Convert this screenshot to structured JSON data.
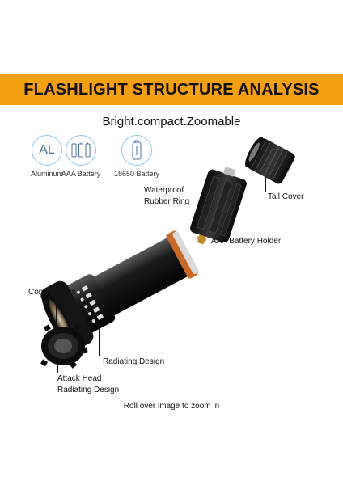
{
  "header": {
    "title": "FLASHLIGHT STRUCTURE ANALYSIS"
  },
  "subtitle": "Bright.compact.Zoomable",
  "badges": [
    {
      "icon": "aluminum-icon",
      "text": "AL",
      "caption": "Aluminum"
    },
    {
      "icon": "aaa-battery-icon",
      "caption": "AAA Battery"
    },
    {
      "icon": "18650-battery-icon",
      "caption": "18650 Battery"
    }
  ],
  "labels": {
    "waterproof": [
      "Waterproof",
      "Rubber Ring"
    ],
    "tail_cover": "Tail Cover",
    "battery_holder": "AAA Battery Holder",
    "convex_lens": "Convex Lens",
    "radiating": "Radiating Design",
    "attack_head": [
      "Attack Head",
      "Radiating Design"
    ]
  },
  "footer": {
    "caption": "Roll over image to zoom in"
  },
  "colors": {
    "accent": "#f5a012",
    "icon_stroke": "#8ec5ee"
  }
}
